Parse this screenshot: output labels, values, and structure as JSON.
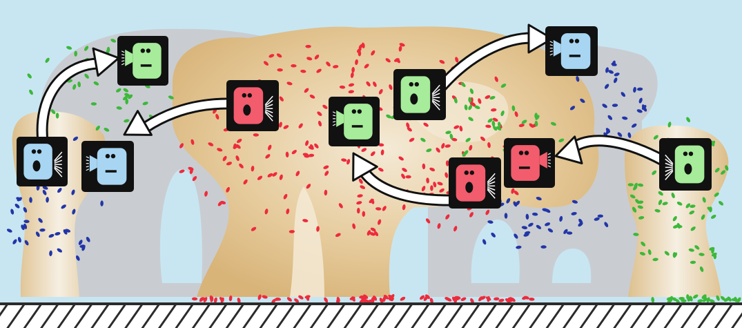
{
  "colors": {
    "background": "#c8e6f2",
    "biofilm_gray": "#c9cdd1",
    "biofilm_tan": "#e3c592",
    "highlight": "#f7f1e6",
    "substrate_line": "#2b2b2b",
    "red": "#ee2a3c",
    "green": "#3cb83a",
    "blue": "#2235a8",
    "cell_red": "#f25c6c",
    "cell_green": "#a6ec9a",
    "cell_blue": "#a8d6f2",
    "icon_frame": "#111111",
    "arrow_fill": "#ffffff",
    "arrow_stroke": "#111111"
  },
  "diagram": {
    "cell_kinds": {
      "signaling": "signaling-cell-icon",
      "receiving": "receiving-cell-icon"
    },
    "cells": [
      {
        "id": "blue-left-signal",
        "color": "blue",
        "kind": "signaling"
      },
      {
        "id": "blue-left-receive",
        "color": "blue",
        "kind": "receiving"
      },
      {
        "id": "green-top-left-receive",
        "color": "green",
        "kind": "receiving"
      },
      {
        "id": "red-center-signal",
        "color": "red",
        "kind": "signaling"
      },
      {
        "id": "green-center-receive",
        "color": "green",
        "kind": "receiving"
      },
      {
        "id": "green-upper-right-signal",
        "color": "green",
        "kind": "signaling"
      },
      {
        "id": "blue-top-right-receive",
        "color": "blue",
        "kind": "receiving"
      },
      {
        "id": "red-lower-signal",
        "color": "red",
        "kind": "signaling"
      },
      {
        "id": "red-right-receive",
        "color": "red",
        "kind": "receiving"
      },
      {
        "id": "green-far-right-signal",
        "color": "green",
        "kind": "signaling"
      }
    ],
    "signals": [
      {
        "from": "blue-left-signal",
        "to": "green-top-left-receive"
      },
      {
        "from": "red-center-signal",
        "to": "blue-left-receive"
      },
      {
        "from": "green-upper-right-signal",
        "to": "blue-top-right-receive"
      },
      {
        "from": "red-lower-signal",
        "to": "green-center-receive"
      },
      {
        "from": "green-far-right-signal",
        "to": "red-right-receive"
      }
    ]
  }
}
